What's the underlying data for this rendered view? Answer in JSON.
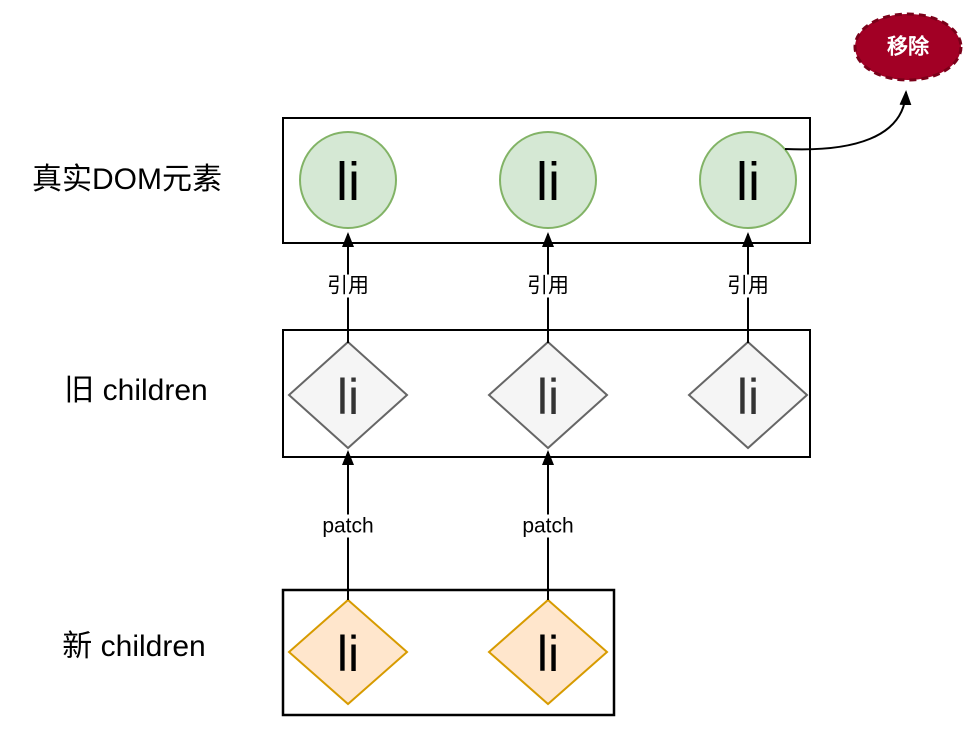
{
  "diagram": {
    "rows": {
      "real_dom": {
        "label": "真实DOM元素"
      },
      "old_children": {
        "label": "旧 children"
      },
      "new_children": {
        "label": "新 children"
      }
    },
    "nodes": {
      "real_dom": [
        "li",
        "li",
        "li"
      ],
      "old_children": [
        "li",
        "li",
        "li"
      ],
      "new_children": [
        "li",
        "li"
      ]
    },
    "edge_labels": {
      "reference": "引用",
      "patch": "patch"
    },
    "badge": {
      "label": "移除"
    },
    "colors": {
      "circle_fill": "#d5e8d4",
      "circle_stroke": "#82b366",
      "diamond_gray_fill": "#f5f5f5",
      "diamond_gray_stroke": "#666666",
      "diamond_orange_fill": "#ffe6cc",
      "diamond_orange_stroke": "#d79b00",
      "badge_fill": "#a20025",
      "badge_edge": "#7a0019",
      "box_stroke": "#000000",
      "box_fill": "#ffffff",
      "arrow": "#000000"
    }
  }
}
